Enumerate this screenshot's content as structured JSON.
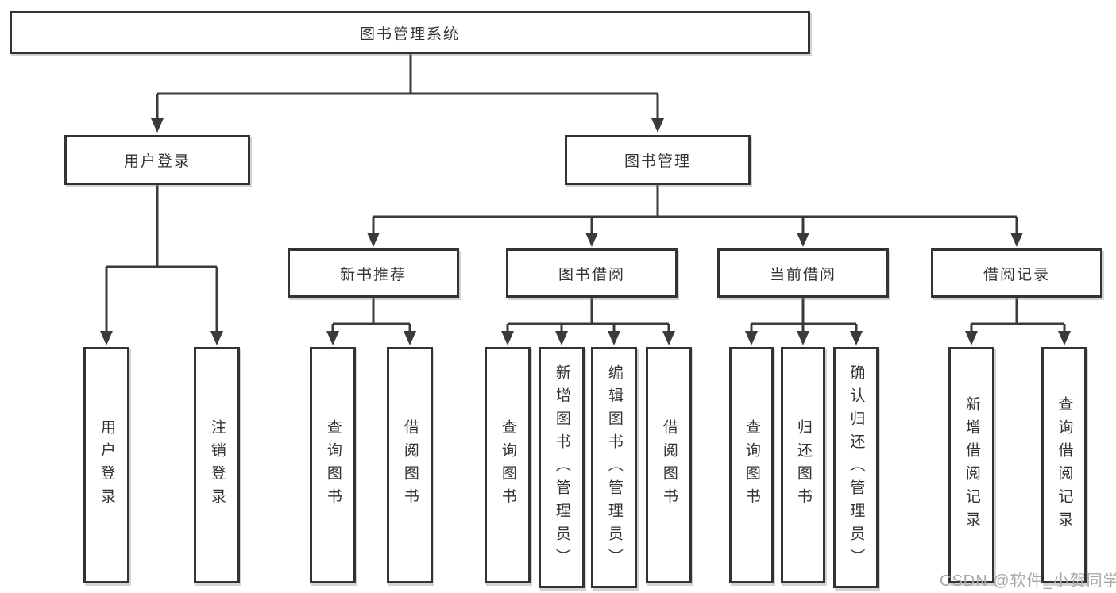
{
  "diagram": {
    "title": "图书管理系统",
    "branches": [
      {
        "label": "用户登录",
        "children": [
          "用户登录",
          "注销登录"
        ]
      },
      {
        "label": "图书管理",
        "sections": [
          {
            "label": "新书推荐",
            "children": [
              "查询图书",
              "借阅图书"
            ]
          },
          {
            "label": "图书借阅",
            "children": [
              "查询图书",
              "新增图书（管理员）",
              "编辑图书（管理员）",
              "借阅图书"
            ]
          },
          {
            "label": "当前借阅",
            "children": [
              "查询图书",
              "归还图书",
              "确认归还（管理员）"
            ]
          },
          {
            "label": "借阅记录",
            "children": [
              "新增借阅记录",
              "查询借阅记录"
            ]
          }
        ]
      }
    ]
  },
  "watermark": "CSDN @软件_小贺同学",
  "colors": {
    "line": "#3a3a3a",
    "border": "#333333",
    "text": "#333333",
    "watermark": "#a8a8a8",
    "background": "#ffffff"
  }
}
